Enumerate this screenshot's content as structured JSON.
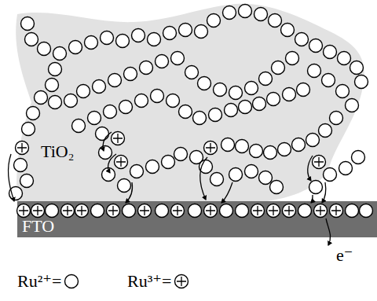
{
  "diagram": {
    "nodes": [
      {
        "text": [
          "FTO"
        ]
      }
    ],
    "labels": [
      "TiO₂",
      "e⁻"
    ],
    "legend": [
      {
        "text": "Ru²⁺="
      },
      {
        "text": "Ru³⁺="
      }
    ]
  }
}
